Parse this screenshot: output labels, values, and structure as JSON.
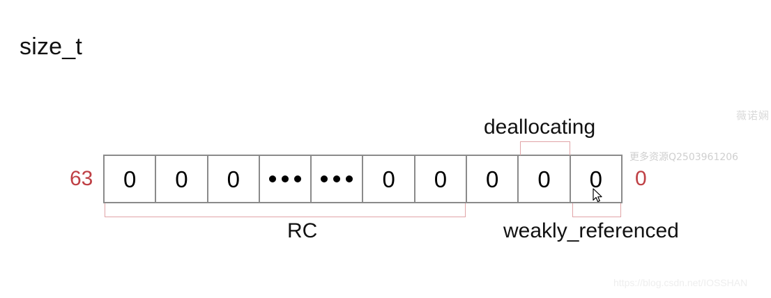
{
  "diagram": {
    "title": "size_t",
    "accent_color": "#bf4045",
    "bracket_color": "#e0a3a6",
    "box_border_color": "#8a8a8a",
    "left_bit_index": "63",
    "right_bit_index": "0",
    "cells": [
      {
        "type": "digit",
        "value": "0"
      },
      {
        "type": "digit",
        "value": "0"
      },
      {
        "type": "digit",
        "value": "0"
      },
      {
        "type": "ellipsis",
        "value": "•••"
      },
      {
        "type": "ellipsis",
        "value": "•••"
      },
      {
        "type": "digit",
        "value": "0"
      },
      {
        "type": "digit",
        "value": "0"
      },
      {
        "type": "digit",
        "value": "0"
      },
      {
        "type": "digit",
        "value": "0"
      },
      {
        "type": "digit",
        "value": "0"
      }
    ],
    "field_labels": {
      "rc": "RC",
      "deallocating": "deallocating",
      "weakly_referenced": "weakly_referenced"
    }
  },
  "watermarks": {
    "name": "薇诺娴",
    "qq": "更多资源Q2503961206",
    "url": "https://blog.csdn.net/IOSSHAN"
  }
}
